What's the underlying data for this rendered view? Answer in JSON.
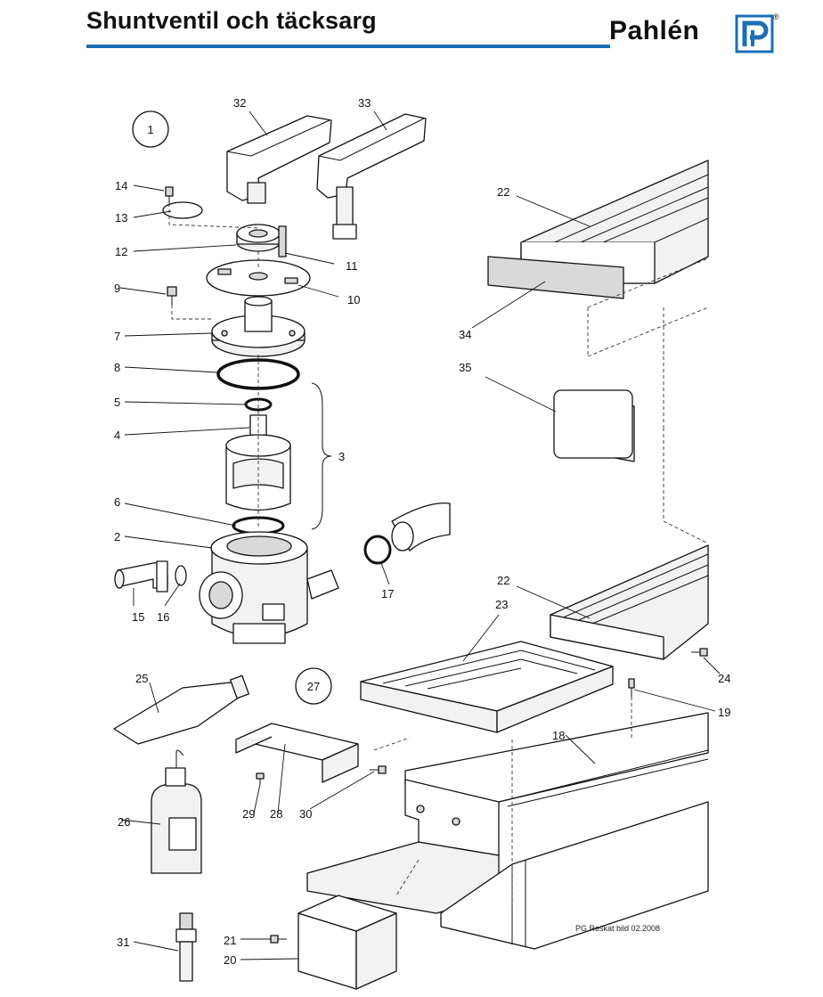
{
  "header": {
    "title": "Shuntventil och täcksarg",
    "brand": "Pahlén",
    "registered_mark": "®"
  },
  "groups": [
    "1",
    "27"
  ],
  "callouts": [
    "32",
    "33",
    "14",
    "13",
    "12",
    "11",
    "9",
    "10",
    "7",
    "8",
    "5",
    "4",
    "3",
    "6",
    "2",
    "15",
    "16",
    "17",
    "22",
    "34",
    "35",
    "23",
    "24",
    "19",
    "25",
    "18",
    "26",
    "29",
    "28",
    "30",
    "31",
    "21",
    "20"
  ],
  "credit": "PG Reskat bild 02.2008",
  "colors": {
    "title_rule": "#1b6fb5",
    "ink": "#111111"
  }
}
